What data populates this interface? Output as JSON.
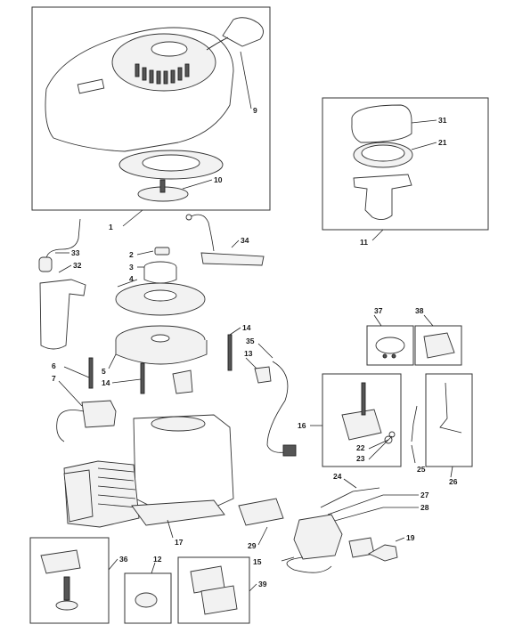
{
  "callouts": {
    "c1": "1",
    "c2": "2",
    "c3": "3",
    "c4": "4",
    "c5": "5",
    "c6": "6",
    "c7": "7",
    "c9": "9",
    "c10": "10",
    "c11": "11",
    "c12": "12",
    "c13": "13",
    "c14a": "14",
    "c14b": "14",
    "c15": "15",
    "c16": "16",
    "c17": "17",
    "c19": "19",
    "c21": "21",
    "c22": "22",
    "c23": "23",
    "c24": "24",
    "c25": "25",
    "c26": "26",
    "c27": "27",
    "c28": "28",
    "c29": "29",
    "c31": "31",
    "c32": "32",
    "c33": "33",
    "c34": "34",
    "c35": "35",
    "c36": "36",
    "c37": "37",
    "c38": "38",
    "c39": "39"
  }
}
